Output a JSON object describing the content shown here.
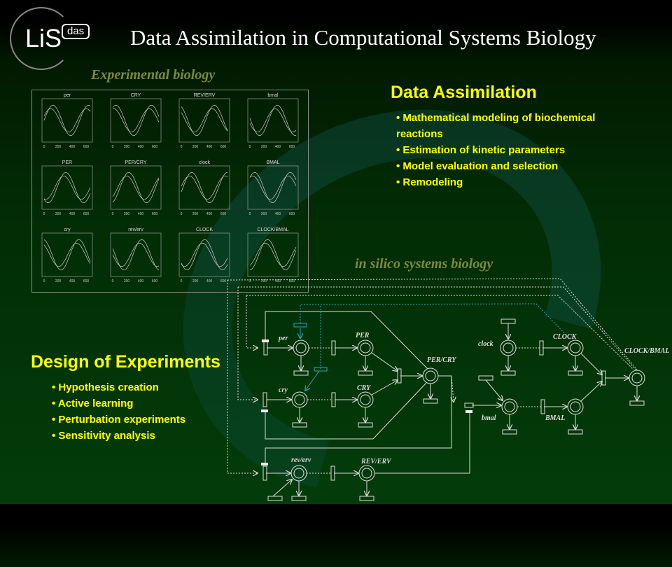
{
  "logo": {
    "main": "LiS",
    "badge": "das"
  },
  "title": "Data Assimilation in Computational Systems Biology",
  "experimental_label": "Experimental biology",
  "silico_label": "in silico systems biology",
  "data_assimilation": {
    "heading": "Data Assimilation",
    "items": [
      "Mathematical modeling of biochemical reactions",
      "Estimation of kinetic parameters",
      "Model evaluation and selection",
      "Remodeling"
    ]
  },
  "design": {
    "heading": "Design of Experiments",
    "items": [
      "Hypothesis creation",
      "Active learning",
      "Perturbation experiments",
      "Sensitivity analysis"
    ]
  },
  "plots": {
    "panels": [
      "per",
      "CRY",
      "REV/ERV",
      "bmal",
      "PER",
      "PER/CRY",
      "clock",
      "BMAL",
      "cry",
      "rev/erv",
      "CLOCK",
      "CLOCK/BMAL"
    ],
    "x_ticks": [
      "0",
      "200",
      "400",
      "600"
    ]
  },
  "network": {
    "nodes": {
      "per": "per",
      "PER": "PER",
      "cry": "cry",
      "CRY": "CRY",
      "PERCRY": "PER/CRY",
      "rev": "rev/erv",
      "REV": "REV/ERV",
      "clock": "clock",
      "CLOCK": "CLOCK",
      "bmal": "bmal",
      "BMAL": "BMAL",
      "CB": "CLOCK/BMAL"
    }
  },
  "colors": {
    "highlight": "#ffff00",
    "muted_label": "#7d8a3c",
    "feedback": "#2aa6b8"
  }
}
